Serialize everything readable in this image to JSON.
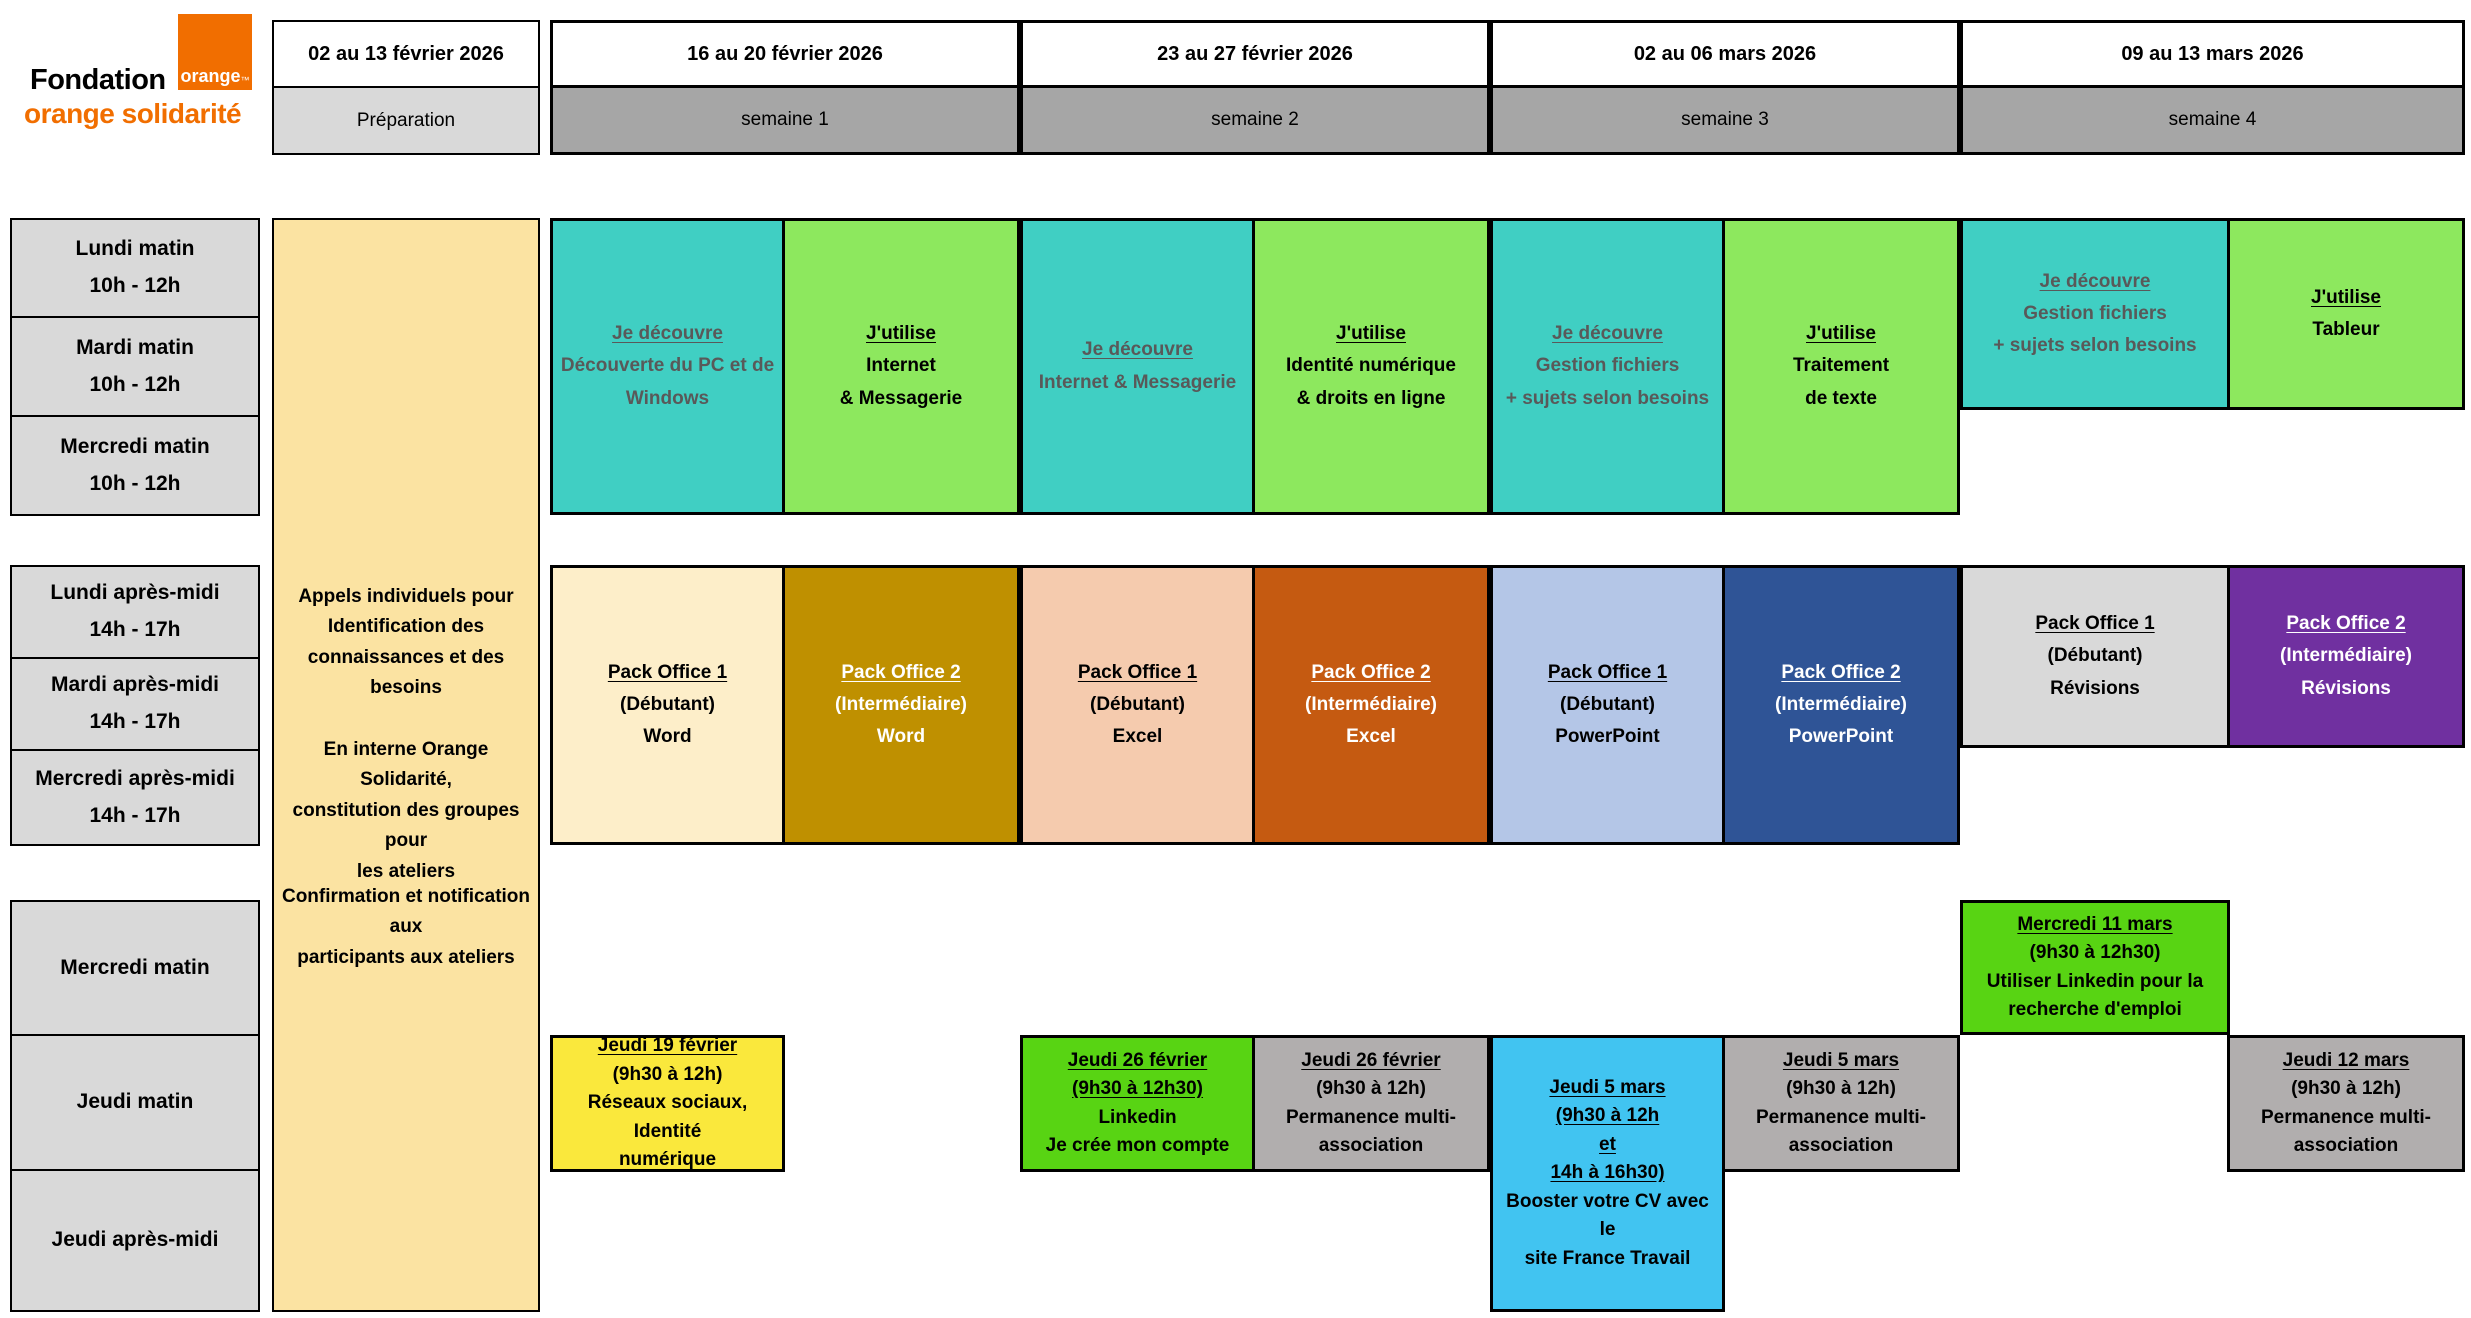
{
  "logo": {
    "fondation": "Fondation",
    "orange": "orange",
    "tm": "™",
    "solidarite": "orange solidarité"
  },
  "colors": {
    "brand_orange": "#F16E00",
    "label_gray": "#D9D9D9",
    "week_gray": "#A6A6A6",
    "prep_yellow": "#FBE3A2",
    "teal": "#40CFC3",
    "green": "#8DE85E",
    "bright_green": "#58D413",
    "yellow": "#FAE83C",
    "cream": "#FDEEC9",
    "gold": "#BF9000",
    "peach": "#F5CBAE",
    "dark_orange": "#C55A11",
    "light_blue": "#B4C6E7",
    "dark_blue": "#2F5496",
    "light_gray": "#D9D9D9",
    "purple": "#7030A0",
    "perm_gray": "#B1AEAE",
    "cyan": "#41C4F1",
    "teal_text": "#595959",
    "black": "#000000",
    "white": "#FFFFFF"
  },
  "columns": [
    {
      "date": "02 au 13 février 2026",
      "week": "Préparation"
    },
    {
      "date": "16 au 20 février 2026",
      "week": "semaine 1"
    },
    {
      "date": "23 au 27 février 2026",
      "week": "semaine 2"
    },
    {
      "date": "02 au 06 mars 2026",
      "week": "semaine 3"
    },
    {
      "date": "09 au 13 mars 2026",
      "week": "semaine 4"
    }
  ],
  "time_slots": [
    {
      "day": "Lundi matin",
      "hours": "10h - 12h"
    },
    {
      "day": "Mardi matin",
      "hours": "10h - 12h"
    },
    {
      "day": "Mercredi matin",
      "hours": "10h - 12h"
    },
    {
      "day": "Lundi après-midi",
      "hours": "14h - 17h"
    },
    {
      "day": "Mardi après-midi",
      "hours": "14h - 17h"
    },
    {
      "day": "Mercredi après-midi",
      "hours": "14h - 17h"
    },
    {
      "day": "Mercredi matin",
      "hours": ""
    },
    {
      "day": "Jeudi matin",
      "hours": ""
    },
    {
      "day": "Jeudi après-midi",
      "hours": ""
    }
  ],
  "preparation": {
    "blocks": [
      {
        "lines": [
          "Appels individuels pour",
          "Identification des",
          "connaissances et des besoins"
        ]
      },
      {
        "lines": [
          "En interne Orange Solidarité,",
          "constitution des groupes pour",
          "les ateliers"
        ]
      },
      {
        "lines": [
          "Confirmation et notification aux",
          "participants aux ateliers"
        ]
      }
    ]
  },
  "course_cells": [
    {
      "bg": "teal",
      "fg": "teal_text",
      "lines": [
        {
          "t": "Je découvre",
          "u": true
        },
        {
          "t": "Découverte du PC et de",
          "u": false
        },
        {
          "t": "Windows",
          "u": false
        }
      ]
    },
    {
      "bg": "green",
      "fg": "black",
      "lines": [
        {
          "t": "J'utilise",
          "u": true
        },
        {
          "t": "Internet",
          "u": false
        },
        {
          "t": "& Messagerie",
          "u": false
        }
      ]
    },
    {
      "bg": "teal",
      "fg": "teal_text",
      "lines": [
        {
          "t": "Je découvre",
          "u": true
        },
        {
          "t": "Internet & Messagerie",
          "u": false
        }
      ]
    },
    {
      "bg": "green",
      "fg": "black",
      "lines": [
        {
          "t": "J'utilise",
          "u": true
        },
        {
          "t": "Identité numérique",
          "u": false
        },
        {
          "t": "& droits en ligne",
          "u": false
        }
      ]
    },
    {
      "bg": "teal",
      "fg": "teal_text",
      "lines": [
        {
          "t": "Je découvre",
          "u": true
        },
        {
          "t": "Gestion fichiers",
          "u": false
        },
        {
          "t": "+ sujets selon besoins",
          "u": false
        }
      ]
    },
    {
      "bg": "green",
      "fg": "black",
      "lines": [
        {
          "t": "J'utilise",
          "u": true
        },
        {
          "t": "Traitement",
          "u": false
        },
        {
          "t": "de texte",
          "u": false
        }
      ]
    },
    {
      "bg": "teal",
      "fg": "teal_text",
      "lines": [
        {
          "t": "Je découvre",
          "u": true
        },
        {
          "t": "Gestion fichiers",
          "u": false
        },
        {
          "t": "+ sujets selon besoins",
          "u": false
        }
      ]
    },
    {
      "bg": "green",
      "fg": "black",
      "lines": [
        {
          "t": "J'utilise",
          "u": true
        },
        {
          "t": "Tableur",
          "u": false
        }
      ]
    },
    {
      "bg": "cream",
      "fg": "black",
      "lines": [
        {
          "t": "Pack Office 1",
          "u": true
        },
        {
          "t": "(Débutant)",
          "u": false
        },
        {
          "t": "Word",
          "u": false
        }
      ]
    },
    {
      "bg": "gold",
      "fg": "white",
      "lines": [
        {
          "t": "Pack Office 2",
          "u": true
        },
        {
          "t": "(Intermédiaire)",
          "u": false
        },
        {
          "t": "Word",
          "u": false
        }
      ]
    },
    {
      "bg": "peach",
      "fg": "black",
      "lines": [
        {
          "t": "Pack Office 1",
          "u": true
        },
        {
          "t": "(Débutant)",
          "u": false
        },
        {
          "t": "Excel",
          "u": false
        }
      ]
    },
    {
      "bg": "dark_orange",
      "fg": "white",
      "lines": [
        {
          "t": "Pack Office 2",
          "u": true
        },
        {
          "t": "(Intermédiaire)",
          "u": false
        },
        {
          "t": "Excel",
          "u": false
        }
      ]
    },
    {
      "bg": "light_blue",
      "fg": "black",
      "lines": [
        {
          "t": "Pack Office 1",
          "u": true
        },
        {
          "t": "(Débutant)",
          "u": false
        },
        {
          "t": "PowerPoint",
          "u": false
        }
      ]
    },
    {
      "bg": "dark_blue",
      "fg": "white",
      "lines": [
        {
          "t": "Pack Office 2",
          "u": true
        },
        {
          "t": "(Intermédiaire)",
          "u": false
        },
        {
          "t": "PowerPoint",
          "u": false
        }
      ]
    },
    {
      "bg": "light_gray",
      "fg": "black",
      "lines": [
        {
          "t": "Pack Office 1",
          "u": true
        },
        {
          "t": "(Débutant)",
          "u": false
        },
        {
          "t": "Révisions",
          "u": false
        }
      ]
    },
    {
      "bg": "purple",
      "fg": "white",
      "lines": [
        {
          "t": "Pack Office 2",
          "u": true
        },
        {
          "t": "(Intermédiaire)",
          "u": false
        },
        {
          "t": "Révisions",
          "u": false
        }
      ]
    },
    {
      "bg": "yellow",
      "fg": "black",
      "lines": [
        {
          "t": "Jeudi 19 février",
          "u": true
        },
        {
          "t": "(9h30 à 12h)",
          "u": false
        },
        {
          "t": "Réseaux sociaux, Identité",
          "u": false
        },
        {
          "t": "numérique",
          "u": false
        }
      ]
    },
    {
      "bg": "bright_green",
      "fg": "black",
      "lines": [
        {
          "t": "Jeudi 26 février",
          "u": true
        },
        {
          "t": "(9h30 à 12h30)",
          "u": true
        },
        {
          "t": "Linkedin",
          "u": false
        },
        {
          "t": "Je crée mon compte",
          "u": false
        }
      ]
    },
    {
      "bg": "perm_gray",
      "fg": "black",
      "lines": [
        {
          "t": "Jeudi 26 février",
          "u": true
        },
        {
          "t": "(9h30 à 12h)",
          "u": false
        },
        {
          "t": "Permanence multi-",
          "u": false
        },
        {
          "t": "association",
          "u": false
        }
      ]
    },
    {
      "bg": "cyan",
      "fg": "black",
      "lines": [
        {
          "t": "Jeudi 5 mars",
          "u": true
        },
        {
          "t": "(9h30 à 12h",
          "u": true
        },
        {
          "t": "et",
          "u": true
        },
        {
          "t": "14h à 16h30)",
          "u": true
        },
        {
          "t": "Booster votre CV avec le",
          "u": false
        },
        {
          "t": "site France Travail",
          "u": false
        }
      ]
    },
    {
      "bg": "perm_gray",
      "fg": "black",
      "lines": [
        {
          "t": "Jeudi 5 mars",
          "u": true
        },
        {
          "t": "(9h30 à 12h)",
          "u": false
        },
        {
          "t": "Permanence multi-",
          "u": false
        },
        {
          "t": "association",
          "u": false
        }
      ]
    },
    {
      "bg": "bright_green",
      "fg": "black",
      "lines": [
        {
          "t": "Mercredi 11 mars",
          "u": true
        },
        {
          "t": "(9h30 à 12h30)",
          "u": false
        },
        {
          "t": "Utiliser Linkedin pour la",
          "u": false
        },
        {
          "t": "recherche d'emploi",
          "u": false
        }
      ]
    },
    {
      "bg": "perm_gray",
      "fg": "black",
      "lines": [
        {
          "t": "Jeudi 12 mars",
          "u": true
        },
        {
          "t": "(9h30 à 12h)",
          "u": false
        },
        {
          "t": "Permanence multi-",
          "u": false
        },
        {
          "t": "association",
          "u": false
        }
      ]
    }
  ]
}
